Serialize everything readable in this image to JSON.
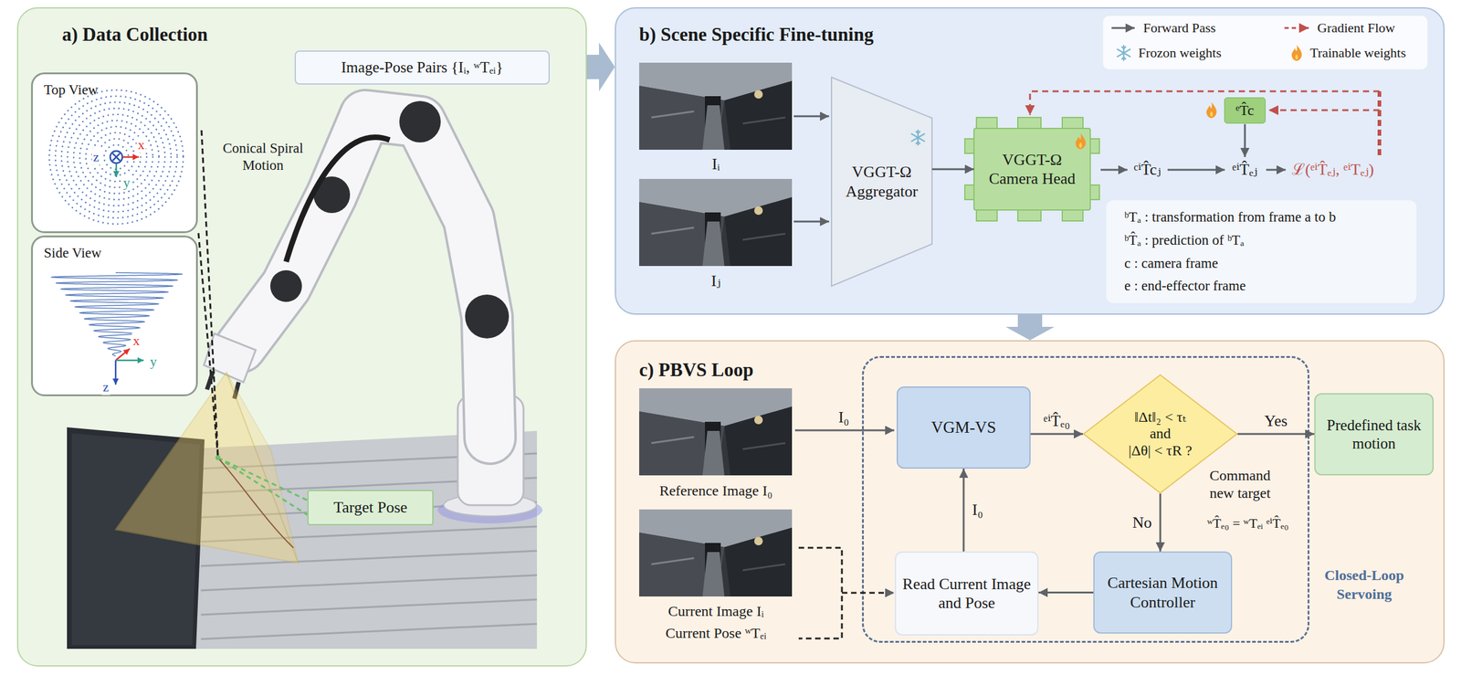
{
  "diagram": {
    "nodes": [
      {
        "text": [
          "a) Data Collection"
        ]
      },
      {
        "text": [
          "Image-Pose Pairs {Iᵢ, ʷTₑᵢ}"
        ],
        "in": 0
      },
      {
        "text": [
          "Top View"
        ],
        "in": 0
      },
      {
        "text": [
          "Side View"
        ],
        "in": 0
      },
      {
        "text": [
          "Target Pose"
        ],
        "in": 0
      },
      {
        "text": [
          "b) Scene Specific Fine-tuning"
        ]
      },
      {
        "text": [
          "VGGT-Ω Aggregator"
        ],
        "in": 5
      },
      {
        "text": [
          "VGGT-Ω Camera Head"
        ],
        "in": 5
      },
      {
        "text": [
          "ᵉT̂c"
        ],
        "in": 5
      },
      {
        "text": [
          "ᵇTₐ : transformation from frame a to b",
          "ᵇT̂ₐ : prediction of ᵇTₐ",
          "c : camera frame",
          "e : end-effector frame"
        ],
        "in": 5
      },
      {
        "text": [
          "c) PBVS Loop"
        ]
      },
      {
        "text": [
          "Closed-Loop Servoing"
        ],
        "in": 10
      },
      {
        "text": [
          "VGM-VS"
        ],
        "in": 11
      },
      {
        "text": [
          "‖Δt‖₂ < τₜ",
          "and",
          "|Δθ| < τR ?"
        ],
        "in": 11
      },
      {
        "text": [
          "Predefined task motion"
        ],
        "in": 10
      },
      {
        "text": [
          "Cartesian Motion Controller"
        ],
        "in": 11
      },
      {
        "text": [
          "Read Current Image and Pose"
        ],
        "in": 11
      }
    ],
    "edges": [
      {
        "from": 0,
        "to": 5,
        "arrow": "to"
      },
      {
        "from": 5,
        "to": 10,
        "arrow": "to"
      },
      {
        "from": 6,
        "to": 7,
        "arrow": "to"
      },
      {
        "from": 12,
        "to": 13,
        "label": "ᵉⁱT̂ₑ₀",
        "arrow": "to"
      },
      {
        "from": 13,
        "to": 14,
        "label": "Yes",
        "arrow": "to"
      },
      {
        "from": 13,
        "to": 15,
        "label": "No",
        "arrow": "to"
      },
      {
        "from": 15,
        "to": 16,
        "arrow": "to"
      },
      {
        "from": 16,
        "to": 12,
        "label": "I₀",
        "arrow": "to"
      }
    ],
    "labels": [
      "Conical Spiral Motion",
      "x",
      "z",
      "y",
      "x",
      "y",
      "z",
      "Iᵢ",
      "Iⱼ",
      "ᶜⁱT̂cⱼ",
      "ᵉⁱT̂ₑⱼ",
      "ℒ(ᵉⁱT̂ₑⱼ, ᵉⁱTₑⱼ)",
      "I₀",
      "Reference Image I₀",
      "Current Image Iᵢ",
      "Current Pose ʷTₑᵢ",
      "Command new target",
      "ʷT̂ₑ₀ = ʷTₑᵢ ᵉⁱT̂ₑ₀"
    ],
    "legend": [
      {
        "text": "Forward Pass"
      },
      {
        "text": "Gradient Flow"
      },
      {
        "text": "Frozon weights"
      },
      {
        "text": "Trainable weights"
      }
    ]
  }
}
